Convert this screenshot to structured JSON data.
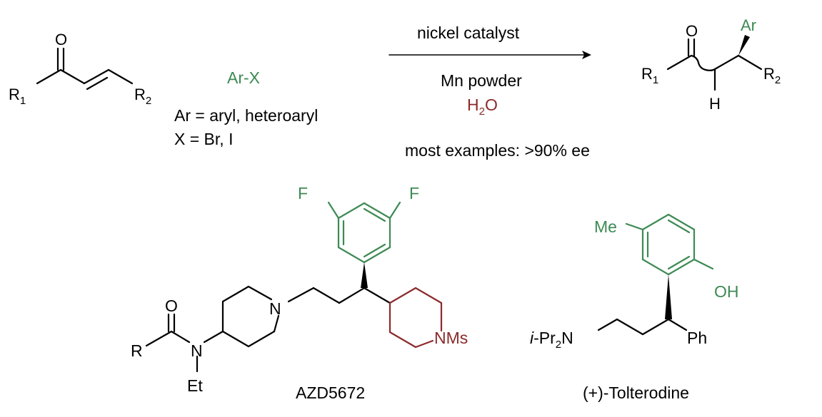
{
  "colors": {
    "green": "#3d8a54",
    "red": "#8b2a2a",
    "black": "#000000"
  },
  "reaction": {
    "reactant": {
      "o": "O",
      "r1": "R",
      "r1_sub": "1",
      "r2": "R",
      "r2_sub": "2"
    },
    "arx": "Ar-X",
    "ar_def": "Ar = aryl, heteroaryl",
    "x_def": "X = Br,  I",
    "cond_top": "nickel catalyst",
    "cond_mid": "Mn powder",
    "water_h": "H",
    "water_sub": "2",
    "water_o": "O",
    "cond_bottom": "most examples: >90% ee",
    "product": {
      "o": "O",
      "ar": "Ar",
      "r1": "R",
      "r1_sub": "1",
      "r2": "R",
      "r2_sub": "2",
      "h": "H"
    }
  },
  "azd": {
    "name": "AZD5672",
    "f1": "F",
    "f2": "F",
    "n_pip1": "N",
    "n_amide": "N",
    "o": "O",
    "r": "R",
    "et": "Et",
    "nms": "NMs"
  },
  "tolterodine": {
    "name": "(+)-Tolterodine",
    "me": "Me",
    "oh": "OH",
    "ipr_prefix": "i",
    "ipr_main": "-Pr",
    "ipr_sub": "2",
    "ipr_n": "N",
    "ph": "Ph"
  }
}
